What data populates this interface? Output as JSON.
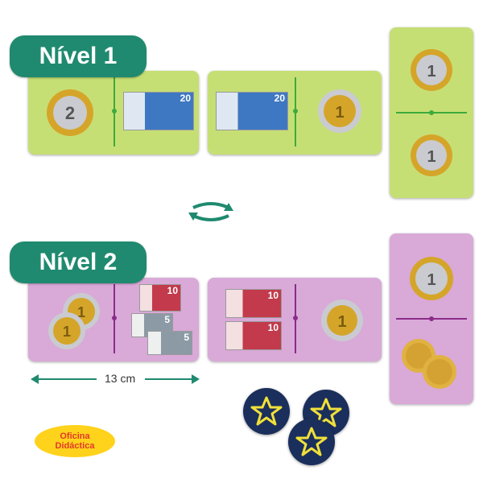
{
  "colors": {
    "green_tile": "#c6df74",
    "purple_tile": "#d9a9d8",
    "badge": "#1f8a6f"
  },
  "level1": {
    "title": "Nível 1",
    "tiles": [
      {
        "left_item": "2 euro coin",
        "right_item": "20 euro note",
        "note_value": "20"
      },
      {
        "left_item": "20 euro note",
        "right_item": "1 euro coin",
        "note_value": "20"
      },
      {
        "top_item": "1 euro coin",
        "bottom_item": "1 euro coin"
      }
    ]
  },
  "rotate_icon": "rotate-arrow-icon",
  "level2": {
    "title": "Nível 2",
    "tiles": [
      {
        "left_item": "two 1 euro coins",
        "right_item": "10 euro note + two 5 euro notes",
        "note_values": [
          "10",
          "5",
          "5"
        ]
      },
      {
        "left_item": "two 10 euro notes",
        "right_item": "1 euro coin",
        "note_values": [
          "10",
          "10"
        ]
      },
      {
        "top_item": "1 euro coin",
        "bottom_item": "two 50 cent coins"
      }
    ],
    "measurement": "13 cm"
  },
  "tokens": [
    "star-token",
    "star-token",
    "star-token"
  ],
  "logo": {
    "line1": "Oficina",
    "line2": "Didáctica"
  }
}
